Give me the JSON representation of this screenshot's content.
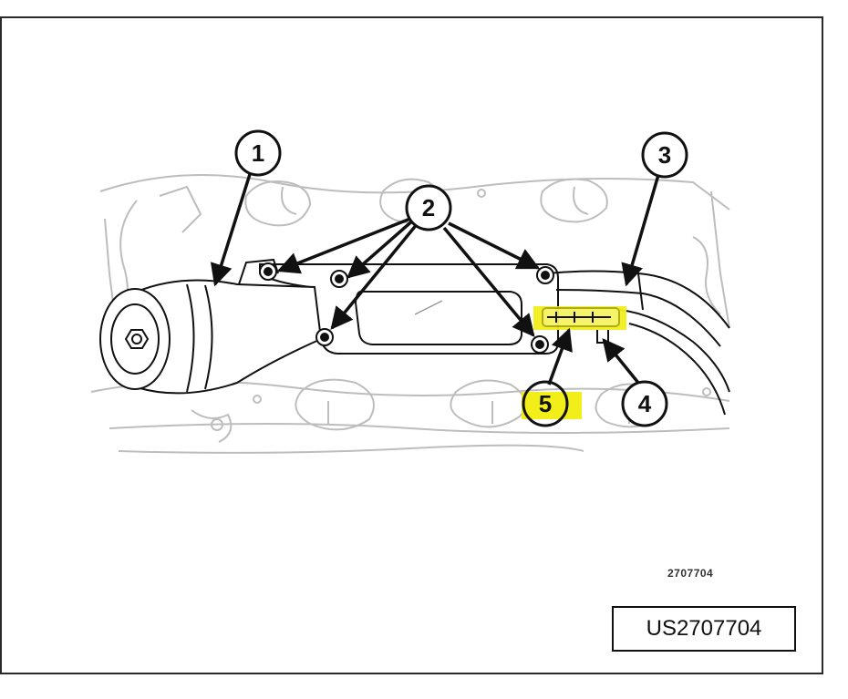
{
  "diagram": {
    "callouts": [
      {
        "id": "1",
        "label": "1"
      },
      {
        "id": "2",
        "label": "2"
      },
      {
        "id": "3",
        "label": "3"
      },
      {
        "id": "4",
        "label": "4"
      },
      {
        "id": "5",
        "label": "5"
      }
    ],
    "figure_number": "2707704",
    "reference_code": "US2707704",
    "colors": {
      "highlight": "#f2ee1a",
      "line": "#111111",
      "faint_line": "#b8b8b8",
      "frame": "#2a2a2a"
    }
  }
}
